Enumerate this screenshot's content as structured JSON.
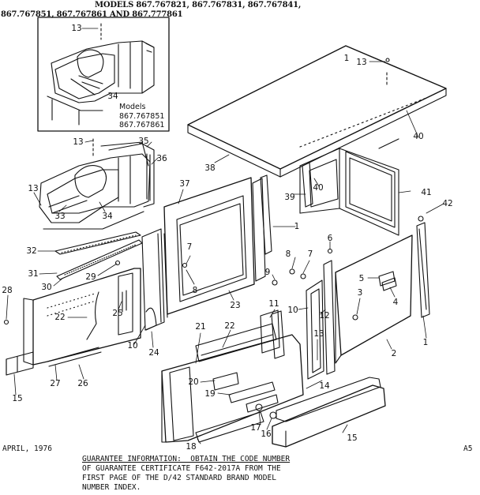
{
  "header": {
    "line1": "MODELS 867.767821, 867.767831, 867.767841,",
    "line2": "867.767851, 867.767861 AND 867.777861"
  },
  "inset": {
    "models_heading": "Models",
    "models": [
      "867.767851",
      "867.767861"
    ]
  },
  "callouts": {
    "c1_top": "1",
    "c13_top": "13",
    "c13_inset": "13",
    "c34_inset": "34",
    "c13_mid": "13",
    "c35": "35",
    "c36": "36",
    "c13_left": "13",
    "c33": "33",
    "c34": "34",
    "c37": "37",
    "c38": "38",
    "c39": "39",
    "c40_left": "40",
    "c40_right": "40",
    "c41": "41",
    "c42": "42",
    "c1_mid": "1",
    "c32": "32",
    "c31": "31",
    "c30": "30",
    "c29": "29",
    "c28": "28",
    "c7_left": "7",
    "c8_left": "8",
    "c8_mid": "8",
    "c7_mid": "7",
    "c6": "6",
    "c9": "9",
    "c5": "5",
    "c3": "3",
    "c4": "4",
    "c10_mid": "10",
    "c12": "12",
    "c11": "11",
    "c22_left": "22",
    "c25": "25",
    "c23": "23",
    "c24": "24",
    "c10_left": "10",
    "c21": "21",
    "c22_mid": "22",
    "c13_low": "13",
    "c2": "2",
    "c1_low": "1",
    "c20": "20",
    "c19": "19",
    "c14": "14",
    "c17": "17",
    "c16": "16",
    "c18": "18",
    "c15_right": "15",
    "c27": "27",
    "c26": "26",
    "c15_left": "15"
  },
  "footer": {
    "date": "APRIL, 1976",
    "page_code": "A5",
    "guarantee_line1": "GUARANTEE INFORMATION:  OBTAIN THE CODE NUMBER",
    "guarantee_line2": "OF GUARANTEE CERTIFICATE F642-2017A FROM THE",
    "guarantee_line3": "FIRST PAGE OF THE D/42 STANDARD BRAND MODEL",
    "guarantee_line4": "NUMBER INDEX."
  },
  "colors": {
    "ink": "#111111",
    "paper": "#ffffff"
  }
}
